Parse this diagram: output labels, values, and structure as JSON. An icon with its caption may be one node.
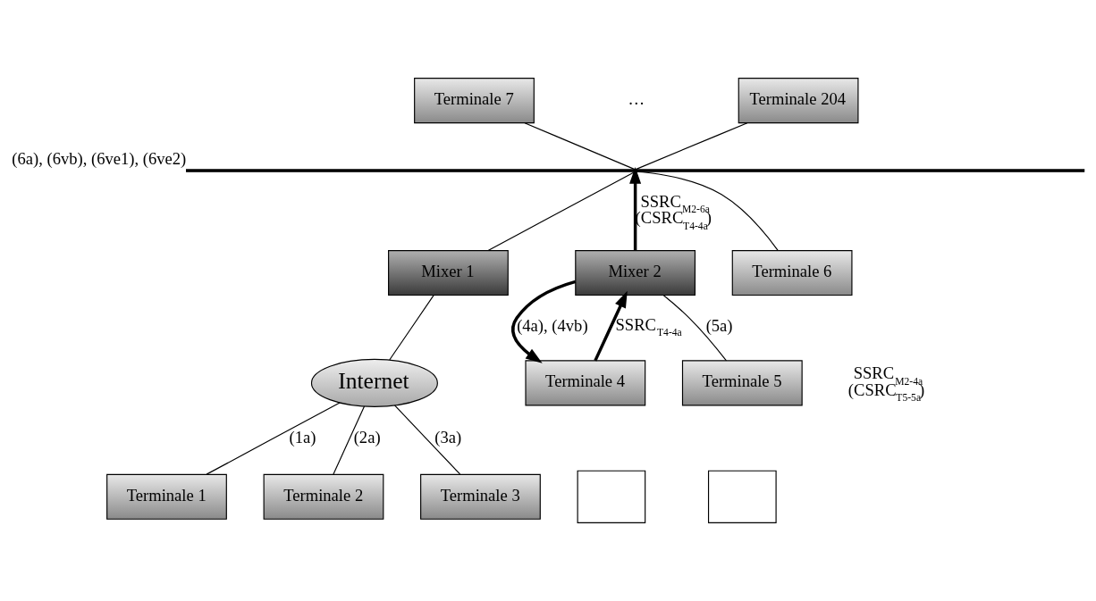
{
  "diagram": {
    "nodes": [
      {
        "text": [],
        "shape": "bar",
        "beside": [
          "(6a), (6vb), (6ve1), (6ve2)"
        ]
      },
      {
        "text": [
          "Terminale 7"
        ]
      },
      {
        "text": [
          "Terminale 204"
        ]
      },
      {
        "text": [
          "Mixer 1"
        ]
      },
      {
        "text": [
          "Mixer 2"
        ]
      },
      {
        "text": [
          "Terminale 6"
        ]
      },
      {
        "text": [
          "Internet"
        ]
      },
      {
        "text": [
          "Terminale 1"
        ]
      },
      {
        "text": [
          "Terminale 2"
        ]
      },
      {
        "text": [
          "Terminale 3"
        ]
      },
      {
        "text": [
          "Terminale 4"
        ]
      },
      {
        "text": [
          "Terminale 5"
        ]
      },
      {
        "text": [],
        "shape": "box"
      },
      {
        "text": [],
        "shape": "box"
      }
    ],
    "edges": [
      {
        "from": 1,
        "to": 0,
        "arrow": "none"
      },
      {
        "from": 2,
        "to": 0,
        "arrow": "none"
      },
      {
        "from": 3,
        "to": 0,
        "arrow": "none"
      },
      {
        "from": 4,
        "to": 0,
        "arrow": "to",
        "style": "thick",
        "label": "SSRC$_{M2-6a}$ (CSRC$_{T4-4a}$)"
      },
      {
        "from": 5,
        "to": 0,
        "arrow": "none"
      },
      {
        "from": 3,
        "to": 6,
        "arrow": "none"
      },
      {
        "from": 6,
        "to": 7,
        "arrow": "none",
        "label": "(1a)"
      },
      {
        "from": 6,
        "to": 8,
        "arrow": "none",
        "label": "(2a)"
      },
      {
        "from": 6,
        "to": 9,
        "arrow": "none",
        "label": "(3a)"
      },
      {
        "from": 4,
        "to": 10,
        "arrow": "to",
        "style": "thick",
        "label": "(4a), (4vb)"
      },
      {
        "from": 10,
        "to": 4,
        "arrow": "to",
        "style": "thick",
        "label": "SSRC$_{T4-4a}$"
      },
      {
        "from": 4,
        "to": 11,
        "arrow": "none",
        "label": "(5a)"
      }
    ],
    "labels": [
      "…",
      "SSRC$_{M2-4a}$ (CSRC$_{T5-5a}$)"
    ]
  }
}
